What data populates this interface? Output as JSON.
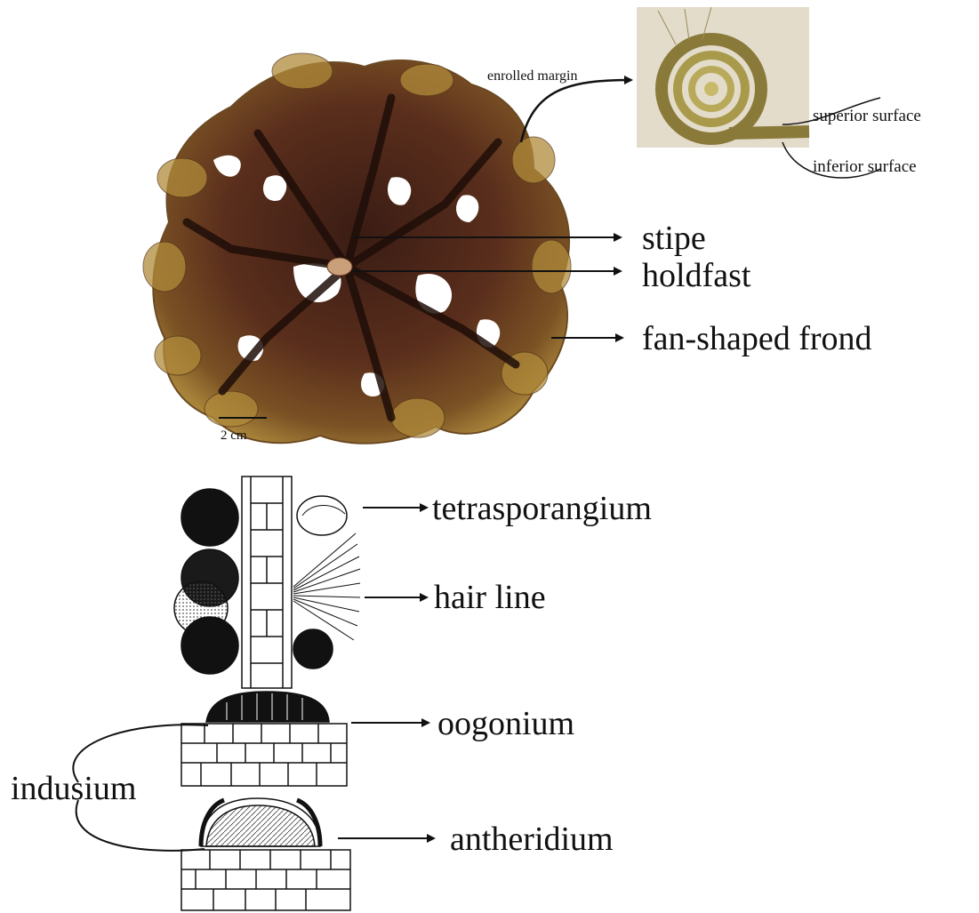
{
  "labels": {
    "enrolled_margin": "enrolled margin",
    "superior_surface": "superior surface",
    "inferior_surface": "inferior surface",
    "stipe": "stipe",
    "holdfast": "holdfast",
    "fan_shaped_frond": "fan-shaped frond",
    "scale_bar": "2 cm",
    "tetrasporangium": "tetrasporangium",
    "hair_line": "hair line",
    "oogonium": "oogonium",
    "indusium": "indusium",
    "antheridium": "antheridium"
  },
  "colors": {
    "frond_dark": "#3a1c14",
    "frond_mid": "#6b3a22",
    "frond_olive": "#8a6a2a",
    "frond_gold": "#b08a3a",
    "micrograph_bg": "#e4dccb",
    "ink": "#111111"
  }
}
